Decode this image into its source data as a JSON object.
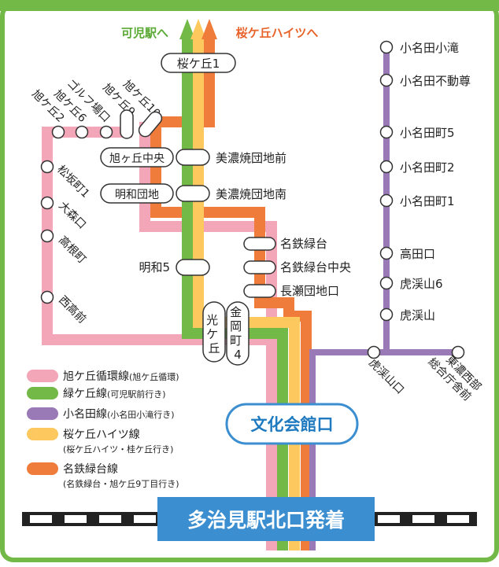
{
  "header": {
    "dir_kani": "可児駅へ",
    "dir_sakuragaoka_heights": "桜ケ丘ハイツへ"
  },
  "stations": {
    "sakuragaoka1": "桜ケ丘1",
    "asahigaoka10": "旭ケ丘10",
    "asahigaoka9": "旭ケ丘9",
    "golf_iriguchi": "ゴルフ場口",
    "asahigaoka6": "旭ケ丘6",
    "asahigaoka2": "旭ケ丘2",
    "asahigaoka_chuo": "旭ヶ丘中央",
    "meiwa_danchi": "明和団地",
    "minoyaki_danchi_mae": "美濃焼団地前",
    "minoyaki_danchi_minami": "美濃焼団地南",
    "matsusakacho1": "松坂町1",
    "omoriguchi": "大森口",
    "takanecho": "高根町",
    "nishitakamae": "西高前",
    "meiwa5": "明和5",
    "meitetsu_midoridai": "名鉄緑台",
    "meitetsu_midoridai_chuo": "名鉄緑台中央",
    "nagase_danchi_guchi": "長瀬団地口",
    "kogaoka": "光ケ丘",
    "kanaokacho4": "金岡町4",
    "onata_kotaki": "小名田小滝",
    "onata_fudoson": "小名田不動尊",
    "onatacho5": "小名田町5",
    "onatacho2": "小名田町2",
    "onatacho1": "小名田町1",
    "takataguchi": "高田口",
    "kokeizan6": "虎渓山6",
    "kokeizan": "虎渓山",
    "kokeizan_guchi": "虎渓山口",
    "tono_seibu_sogo_chosha_mae": "東濃西部総合庁舎前",
    "bunka_kaikan_guchi": "文化会館口",
    "tajimi_kitaguchi": "多治見駅北口発着"
  },
  "legend": [
    {
      "name": "旭ケ丘循環線",
      "note": "(旭ケ丘循環)",
      "color": "#f4a6b9"
    },
    {
      "name": "緑ケ丘線",
      "note": "(可児駅前行き)",
      "color": "#72b947"
    },
    {
      "name": "小名田線",
      "note": "(小名田小滝行き)",
      "color": "#9a7ab6"
    },
    {
      "name": "桜ケ丘ハイツ線",
      "note": "(桜ケ丘ハイツ・桂ケ丘行き)",
      "color": "#fdc85e"
    },
    {
      "name": "名鉄緑台線",
      "note": "(名鉄緑台・旭ケ丘9丁目行き)",
      "color": "#ef7c3a"
    }
  ],
  "colors": {
    "frame": "#72b947",
    "pink": "#f4a6b9",
    "green": "#72b947",
    "purple": "#9a7ab6",
    "yellow": "#fdc85e",
    "orange": "#ef7c3a",
    "terminal_blue": "#3b8ed0",
    "bunka_text": "#1f7ac0",
    "dir_green_text": "#5aa935",
    "dir_orange_text": "#e8632a"
  }
}
